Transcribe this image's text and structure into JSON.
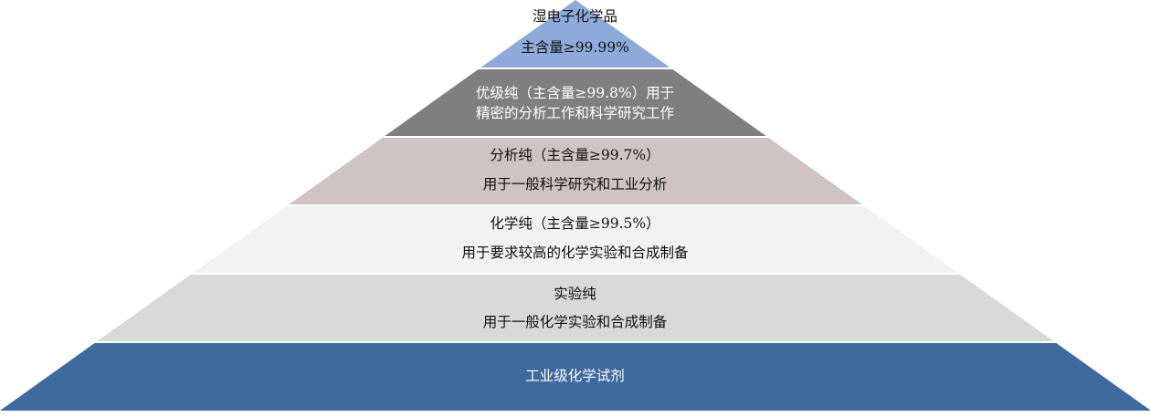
{
  "title": "湿电子化学品",
  "layers": [
    {
      "lines": [
        "主含量≥99.99%"
      ],
      "color": "#8eaadb",
      "text_color": "#111111"
    },
    {
      "lines": [
        "优级纯（主含量≥99.8%）用于",
        "精密的分析工作和科学研究工作"
      ],
      "color": "#7f7f7f",
      "text_color": "#ffffff"
    },
    {
      "lines": [
        "分析纯（主含量≥99.7%）",
        "用于一般科学研究和工业分析"
      ],
      "color": "#d0c3c3",
      "text_color": "#111111"
    },
    {
      "lines": [
        "化学纯（主含量≥99.5%）",
        "用于要求较高的化学实验和合成制备"
      ],
      "color": "#f2f2f2",
      "text_color": "#111111"
    },
    {
      "lines": [
        "实验纯",
        "用于一般化学实验和合成制备"
      ],
      "color": "#d9d9d9",
      "text_color": "#111111"
    },
    {
      "lines": [
        "工业级化学试剂"
      ],
      "color": "#3e6a9d",
      "text_color": "#ffffff"
    }
  ]
}
